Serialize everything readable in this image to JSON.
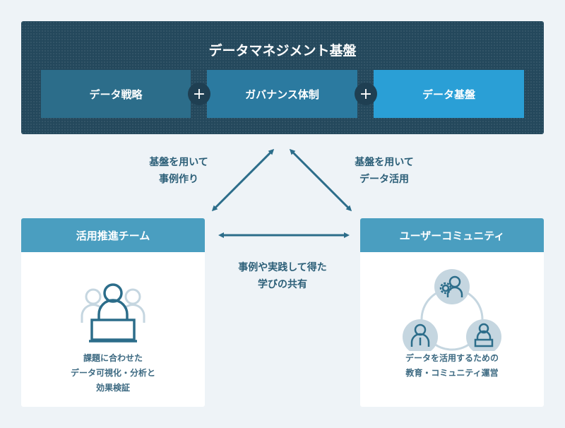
{
  "top": {
    "title": "データマネジメント基盤",
    "pillars": [
      "データ戦略",
      "ガバナンス体制",
      "データ基盤"
    ],
    "plus": "+"
  },
  "labels": {
    "left": [
      "基盤を用いて",
      "事例作り"
    ],
    "right": [
      "基盤を用いて",
      "データ活用"
    ],
    "middle": [
      "事例や実践して得た",
      "学びの共有"
    ]
  },
  "left_card": {
    "title": "活用推進チーム",
    "icon": "team-at-computer-icon",
    "text": [
      "課題に合わせた",
      "データ可視化・分析と",
      "効果検証"
    ]
  },
  "right_card": {
    "title": "ユーザーコミュニティ",
    "icon": "community-network-icon",
    "text": [
      "データを活用するための",
      "教育・コミュニティ運営"
    ]
  },
  "colors": {
    "dark_navy": "#24485c",
    "pillar_1": "#2c6d8a",
    "pillar_2": "#2b7aa0",
    "pillar_3": "#2a9fd6",
    "card_header": "#4a9ec0",
    "arrow": "#2c6d8a",
    "background": "#eef3f7"
  }
}
